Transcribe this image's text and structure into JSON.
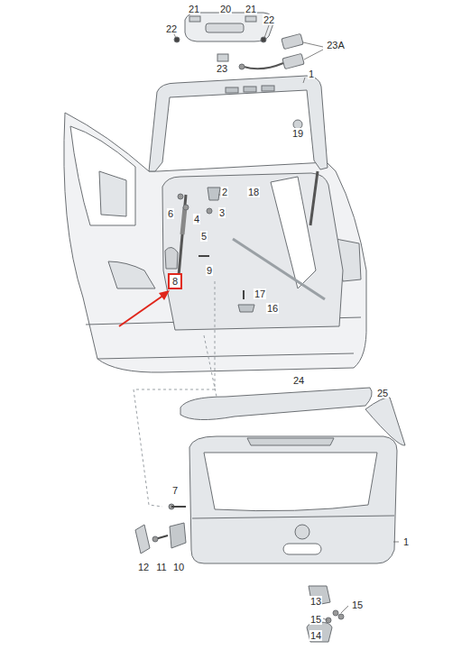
{
  "diagram": {
    "nodes": [
      {
        "text": [
          "8"
        ]
      }
    ],
    "labels": [
      "21",
      "20",
      "21",
      "22",
      "22",
      "23A",
      "23",
      "1",
      "19",
      "2",
      "18",
      "6",
      "4",
      "3",
      "5",
      "9",
      "17",
      "16",
      "24",
      "25",
      "7",
      "1",
      "12",
      "11",
      "10",
      "13",
      "15",
      "15",
      "14"
    ]
  }
}
